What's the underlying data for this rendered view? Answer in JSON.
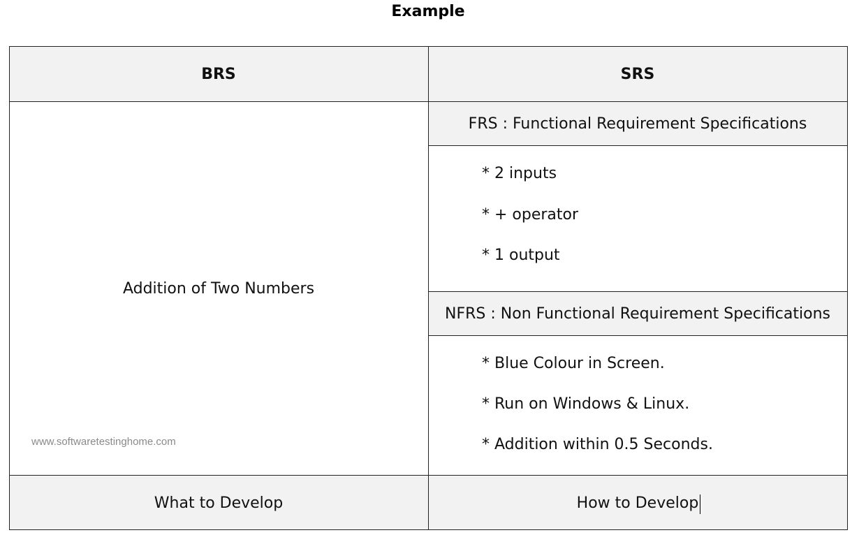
{
  "title": "Example",
  "table": {
    "headers": {
      "left": "BRS",
      "right": "SRS"
    },
    "brs_content": "Addition of Two Numbers",
    "frs": {
      "heading": "FRS : Functional Requirement Specifications",
      "items": [
        "* 2 inputs",
        "* + operator",
        "* 1 output"
      ]
    },
    "nfrs": {
      "heading": "NFRS : Non Functional Requirement Specifications",
      "items": [
        "* Blue Colour in Screen.",
        "* Run on Windows & Linux.",
        "* Addition within 0.5 Seconds."
      ]
    },
    "footer": {
      "left": "What to Develop",
      "right": "How to Develop"
    }
  },
  "watermark": "www.softwaretestinghome.com"
}
